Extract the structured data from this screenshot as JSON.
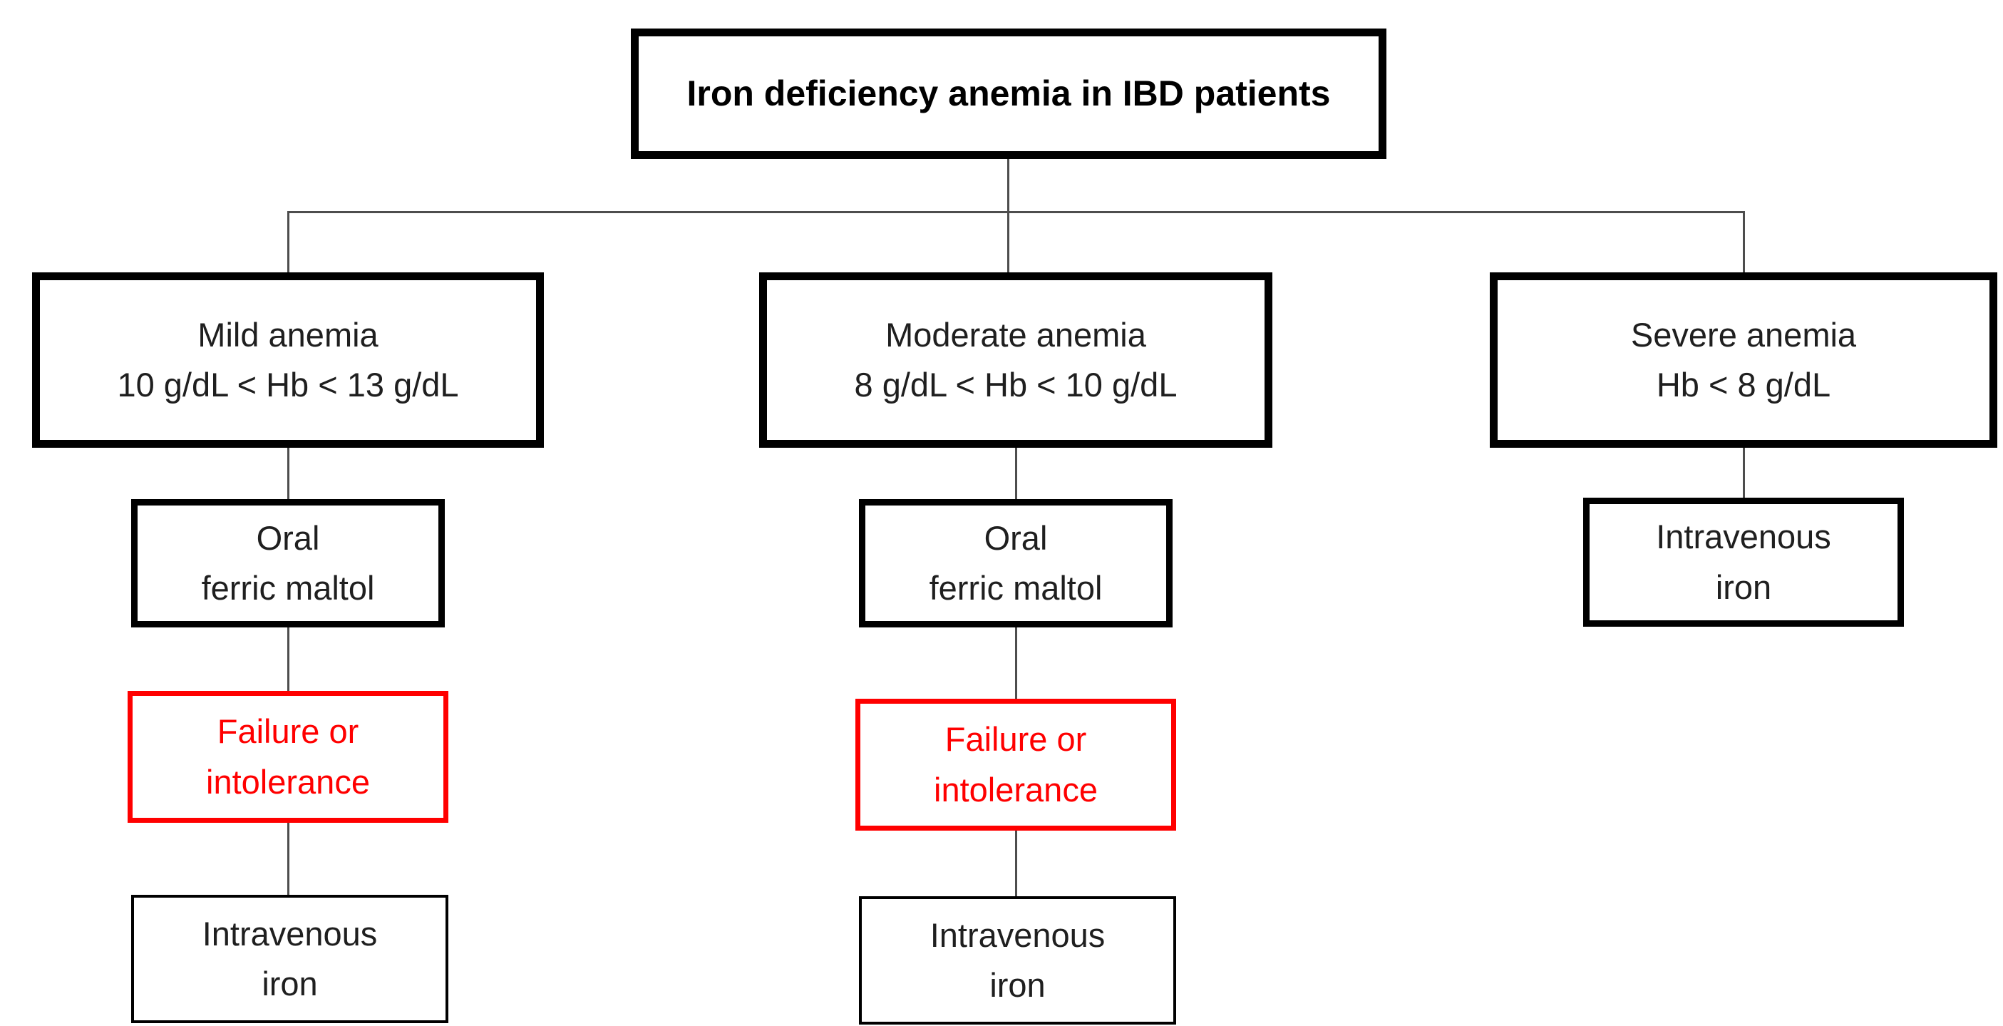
{
  "title": "Iron deficiency anemia in IBD patients",
  "colors": {
    "alert_red": "#ff0000",
    "box_border": "#000000",
    "connector_line": "#4d4d4d",
    "text": "#1f1f1f",
    "background": "#ffffff"
  },
  "branches": {
    "mild": {
      "label_line1": "Mild anemia",
      "label_line2": "10 g/dL < Hb < 13 g/dL",
      "treatment_line1": "Oral",
      "treatment_line2": "ferric maltol",
      "escalation_line1": "Failure or",
      "escalation_line2": "intolerance",
      "final_line1": "Intravenous",
      "final_line2": "iron"
    },
    "moderate": {
      "label_line1": "Moderate anemia",
      "label_line2": "8 g/dL < Hb < 10 g/dL",
      "treatment_line1": "Oral",
      "treatment_line2": "ferric maltol",
      "escalation_line1": "Failure or",
      "escalation_line2": "intolerance",
      "final_line1": "Intravenous",
      "final_line2": "iron"
    },
    "severe": {
      "label_line1": "Severe anemia",
      "label_line2": "Hb < 8 g/dL",
      "final_line1": "Intravenous",
      "final_line2": "iron"
    }
  }
}
